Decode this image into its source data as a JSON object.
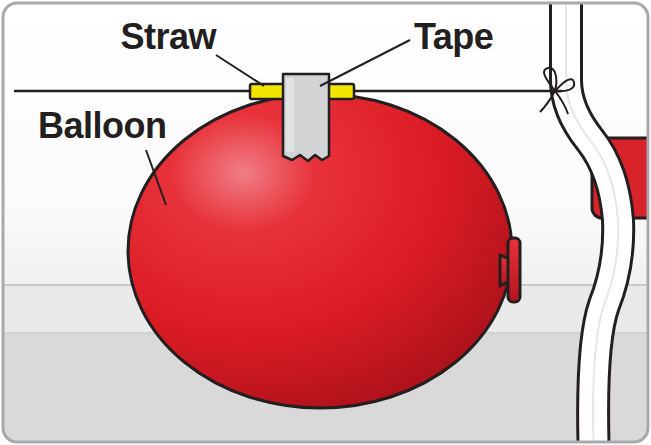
{
  "diagram": {
    "labels": [
      "Straw",
      "Tape",
      "Balloon"
    ]
  }
}
